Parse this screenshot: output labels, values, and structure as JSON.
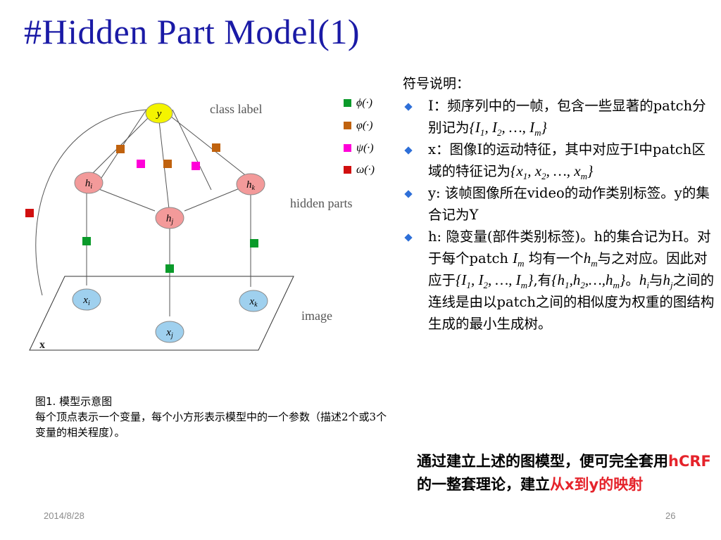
{
  "slide": {
    "title": "#Hidden Part Model(1)",
    "footer_date": "2014/8/28",
    "page_number": "26"
  },
  "figure": {
    "nodes": {
      "y": "y",
      "hi": "h",
      "hi_sub": "i",
      "hj": "h",
      "hj_sub": "j",
      "hk": "h",
      "hk_sub": "k",
      "xi": "x",
      "xi_sub": "i",
      "xj": "x",
      "xj_sub": "j",
      "xk": "x",
      "xk_sub": "k"
    },
    "labels": {
      "class_label": "class label",
      "hidden_parts": "hidden parts",
      "image": "image",
      "x_corner": "x"
    },
    "legend": [
      {
        "symbol": "ϕ(·)",
        "color": "#0a9a2a"
      },
      {
        "symbol": "φ(·)",
        "color": "#c0620e"
      },
      {
        "symbol": "ψ(·)",
        "color": "#ff00d8"
      },
      {
        "symbol": "ω(·)",
        "color": "#d10f0f"
      }
    ],
    "colors": {
      "class_node": "#f4f400",
      "hidden_node": "#f39a9a",
      "image_node": "#9fd0ee"
    }
  },
  "caption": {
    "title": "图1. 模型示意图",
    "body": "每个顶点表示一个变量，每个小方形表示模型中的一个参数（描述2个或3个变量的相关程度）。"
  },
  "notes": {
    "heading": "符号说明：",
    "b1": {
      "text": "I：频序列中的一帧，包含一些显著的patch分别记为",
      "expr_open": "{I",
      "s1": "1",
      "c1": ", I",
      "s2": "2",
      "mid": ", …, I",
      "sm": "m",
      "close": "}"
    },
    "b2": {
      "text": "x：图像I的运动特征，其中对应于I中patch区域的特征记为",
      "expr_open": "{x",
      "s1": "1",
      "c1": ", x",
      "s2": "2",
      "mid": ", …, x",
      "sm": "m",
      "close": "}"
    },
    "b3": {
      "text": "y: 该帧图像所在video的动作类别标签。y的集合记为Y"
    },
    "b4": {
      "t1": "h: 隐变量(部件类别标签)。h的集合记为H。对于每个patch ",
      "im": "I",
      "im_sub": "m",
      "t2": "均有一个",
      "hm": "h",
      "hm_sub": "m",
      "t3": "与之对应。因此对应于",
      "e1_open": "{I",
      "e1_s1": "1",
      "e1_c1": ", I",
      "e1_s2": "2",
      "e1_mid": ", …, I",
      "e1_sm": "m",
      "e1_close": "}",
      "t4": ",有",
      "e2_open": "{h",
      "e2_s1": "1",
      "e2_c1": ",h",
      "e2_s2": "2",
      "e2_mid": ",…,h",
      "e2_sm": "m",
      "e2_close": "}",
      "t5": "。",
      "hi": "h",
      "hi_sub": "i",
      "t6": "与",
      "hj": "h",
      "hj_sub": "j",
      "t7": "之间的连线是由以patch之间的相似度为权重的图结构生成的最小生成树。"
    }
  },
  "conclusion": {
    "p1": "通过建立上述的图模型，便可完全套用",
    "hcrf": "hCRF",
    "p2": "的一整套理论，建立",
    "p3": "从x到y的映射"
  }
}
